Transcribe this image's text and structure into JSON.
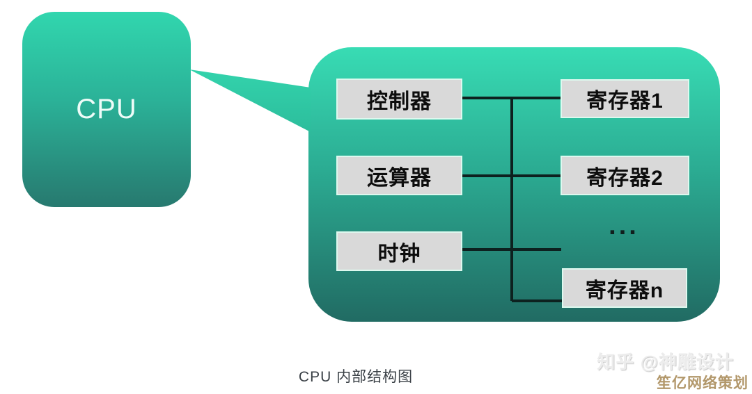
{
  "figure": {
    "cpu_label": "CPU",
    "caption": "CPU 内部结构图"
  },
  "diagram": {
    "left_nodes": [
      {
        "id": "controller",
        "label": "控制器"
      },
      {
        "id": "alu",
        "label": "运算器"
      },
      {
        "id": "clock",
        "label": "时钟"
      }
    ],
    "right_nodes": [
      {
        "id": "register-1",
        "label": "寄存器1"
      },
      {
        "id": "register-2",
        "label": "寄存器2"
      },
      {
        "id": "register-ellipsis",
        "label": "..."
      },
      {
        "id": "register-n",
        "label": "寄存器n"
      }
    ],
    "connections": [
      "控制器 — 总线",
      "运算器 — 总线",
      "时钟 — 总线",
      "总线 — 寄存器1",
      "总线 — 寄存器2",
      "总线 — 寄存器n"
    ]
  },
  "watermark": {
    "line1": "知乎 @神雕设计",
    "line2": "笙亿网络策划"
  },
  "colors": {
    "teal_top": "#38dcb4",
    "teal_bottom": "#216b63",
    "node_fill": "#d9d9d9",
    "node_border": "#ddf9ef",
    "line_color": "#0d211f",
    "caption_color": "#3a4046",
    "brand_watermark_color": "#b2976a"
  }
}
